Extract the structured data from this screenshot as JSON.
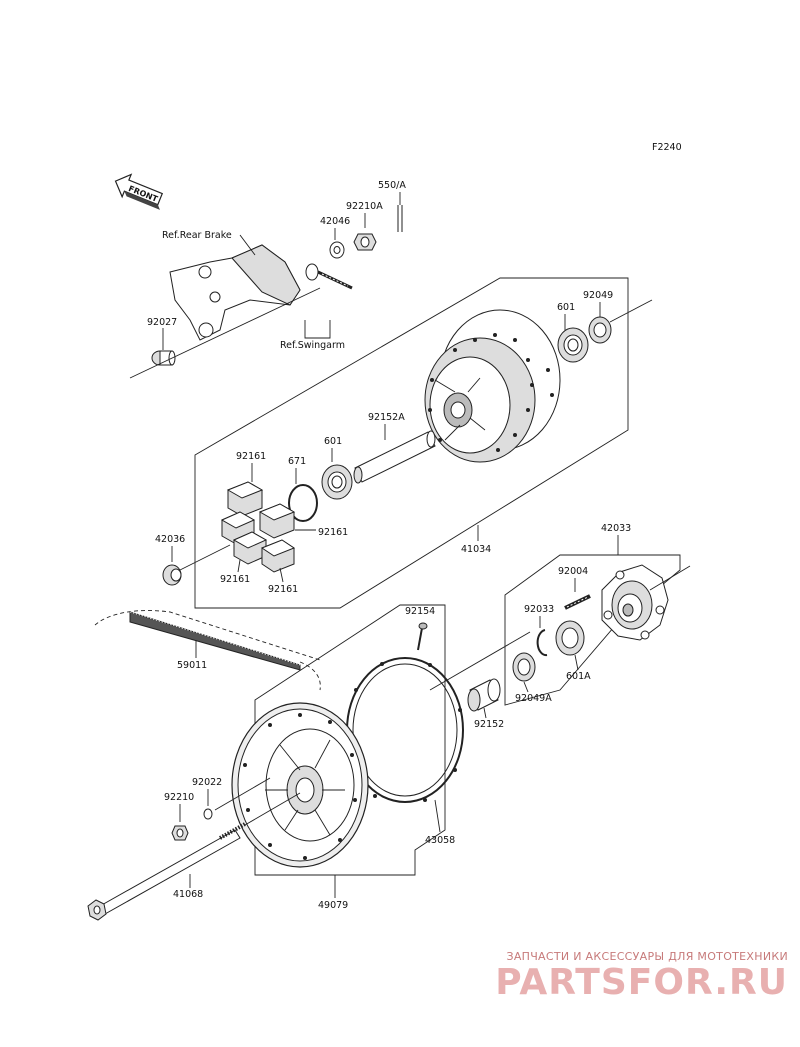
{
  "diagram_code": "F2240",
  "front_label": "FRONT",
  "refs": {
    "rear_brake": "Ref.Rear Brake",
    "swingarm": "Ref.Swingarm"
  },
  "parts": {
    "p550a": "550/A",
    "p92210a": "92210A",
    "p42046": "42046",
    "p92027": "92027",
    "p601_top": "601",
    "p92049": "92049",
    "p92152a": "92152A",
    "p601_mid": "601",
    "p671": "671",
    "p92161_a": "92161",
    "p92161_b": "92161",
    "p92161_c": "92161",
    "p92161_d": "92161",
    "p42036": "42036",
    "p41034": "41034",
    "p42033": "42033",
    "p92004": "92004",
    "p92033": "92033",
    "p92154": "92154",
    "p59011": "59011",
    "p601a": "601A",
    "p92049a": "92049A",
    "p92152": "92152",
    "p92022": "92022",
    "p92210": "92210",
    "p43058": "43058",
    "p41068": "41068",
    "p49079": "49079"
  },
  "watermark": {
    "subtitle": "ЗАПЧАСТИ И АКСЕССУАРЫ ДЛЯ МОТОТЕХНИКИ",
    "logo": "PARTSFOR.RU"
  }
}
